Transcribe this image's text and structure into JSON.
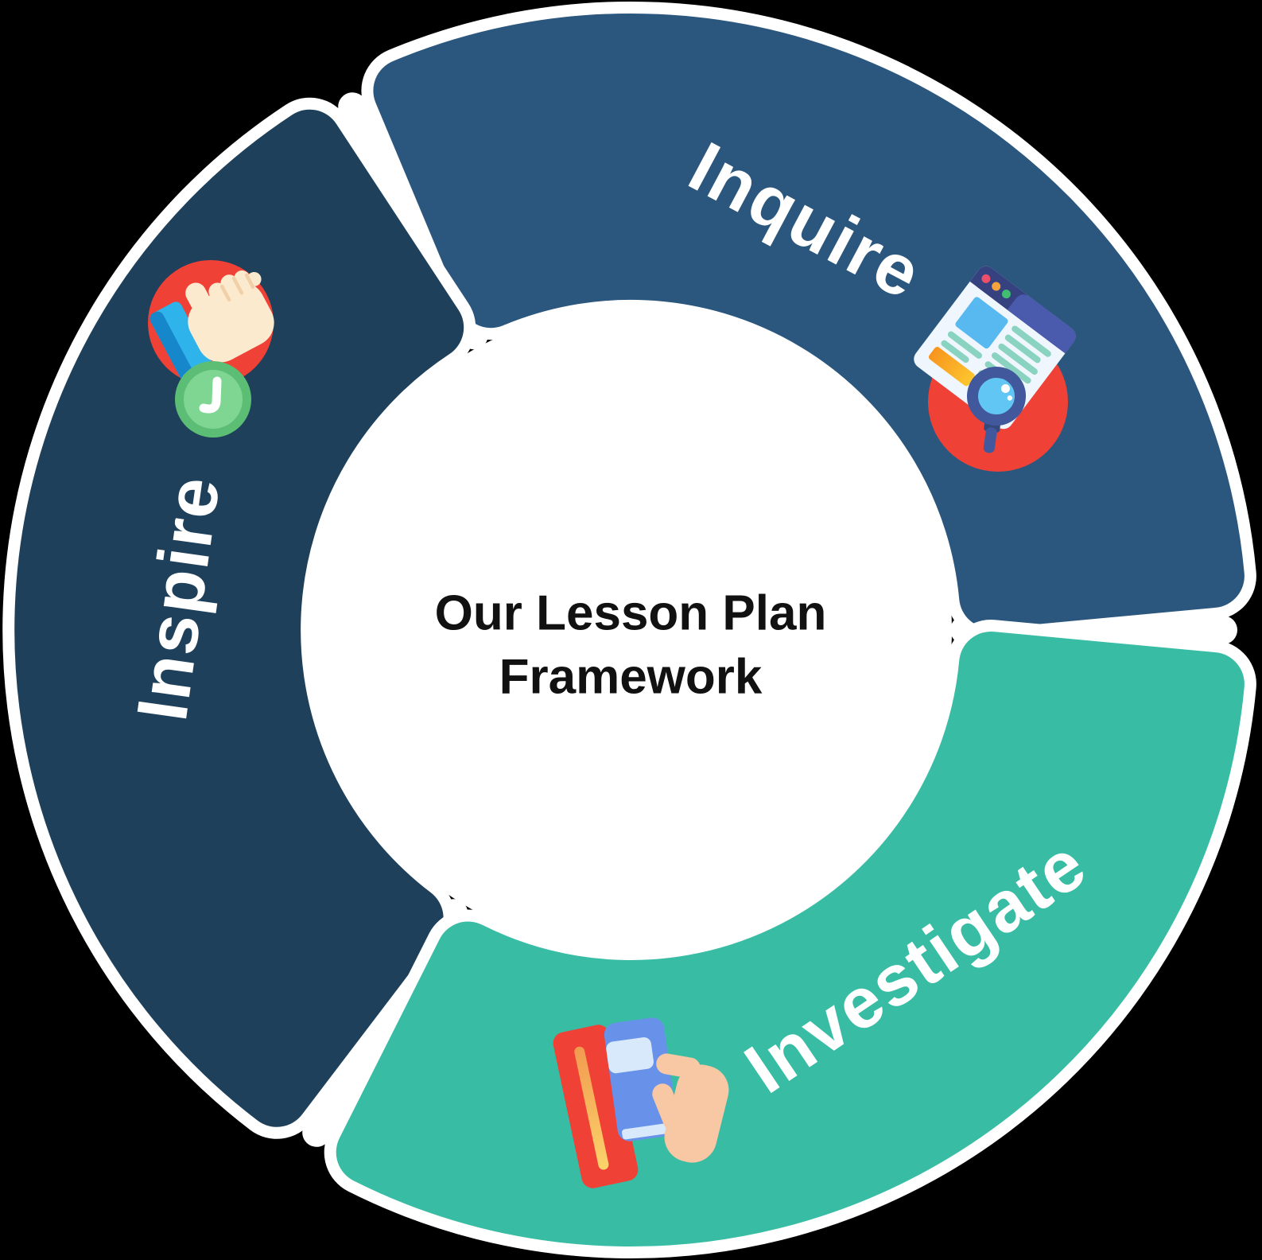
{
  "title": {
    "line1": "Our Lesson Plan",
    "line2": "Framework"
  },
  "colors": {
    "background": "#000000",
    "outline": "#FFFFFF",
    "center_circle": "#FFFFFF",
    "title_text": "#111111",
    "label_text": "#FFFFFF"
  },
  "segments": [
    {
      "label": "Inquire",
      "color": "#2B577E",
      "icon": "browser-search-icon"
    },
    {
      "label": "Inspire",
      "color": "#1E405A",
      "icon": "thumbs-up-icon"
    },
    {
      "label": "Investigate",
      "color": "#38BDA4",
      "icon": "hand-holding-book-icon"
    }
  ],
  "icons": {
    "shared": {
      "badge_circle_red": "#EF4136"
    },
    "thumbs_up": {
      "hand": "#FCEACF",
      "crease": "#F1D0A8",
      "sleeve": "#2FB3EB",
      "sleeve_dark": "#1787CC",
      "badge_outer": "#5CBE75",
      "badge_inner": "#7FD592",
      "check_mark": "#FFFFFF"
    },
    "browser_search": {
      "window_bg": "#EFF6FD",
      "titlebar_dark": "#36417F",
      "titlebar_light": "#4A5AAC",
      "dot_red": "#ED4F6B",
      "dot_orange": "#F7A23C",
      "dot_green": "#40BE72",
      "image_block": "#58B9F1",
      "text_line": "#8AD3C0",
      "highlight_bar_start": "#F7941E",
      "highlight_bar_end": "#FDC62F",
      "magnifier_rim": "#41599C",
      "magnifier_nub": "#35497F",
      "magnifier_lens": "#62C6F4",
      "magnifier_glare": "#FFFFFF"
    },
    "hand_holding_book": {
      "red_book": "#EF4136",
      "spine_top": "#F29A50",
      "spine_bottom": "#FBD36B",
      "blue_book": "#6892E9",
      "band": "#D7E9FB",
      "pages": "#D7E9FB",
      "hand": "#F8C7A4"
    }
  }
}
